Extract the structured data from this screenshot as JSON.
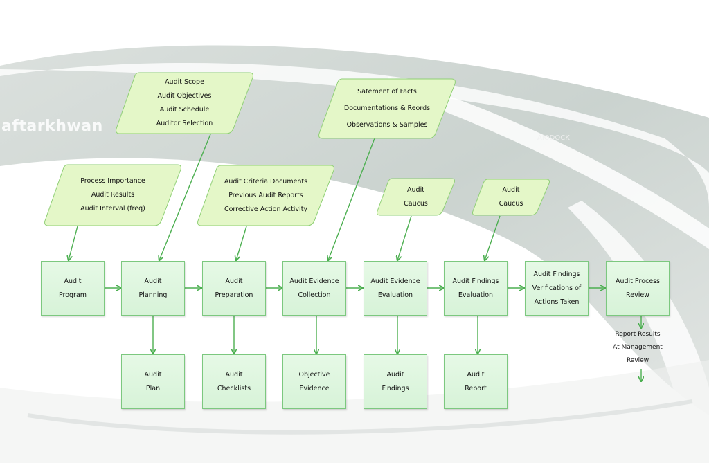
{
  "watermark": {
    "left": "aftarkhwan",
    "right": "AIODOCK"
  },
  "colors": {
    "box_fill": "#dcf5dc",
    "box_border": "#7cc87f",
    "parallelogram_fill": "#e4f7c8",
    "arrow": "#4caf50"
  },
  "inputs": {
    "program_inputs": [
      "Process Importance",
      "Audit Results",
      "Audit Interval (freq)"
    ],
    "planning_inputs": [
      "Audit Scope",
      "Audit Objectives",
      "Audit Schedule",
      "Auditor Selection"
    ],
    "preparation_inputs": [
      "Audit Criteria Documents",
      "Previous Audit Reports",
      "Corrective Action Activity"
    ],
    "collection_inputs": [
      "Satement of Facts",
      "Documentations & Reords",
      "Observations & Samples"
    ],
    "evidence_eval_inputs": [
      "Audit",
      "Caucus"
    ],
    "findings_eval_inputs": [
      "Audit",
      "Caucus"
    ]
  },
  "steps": {
    "program": [
      "Audit",
      "Program"
    ],
    "planning": [
      "Audit",
      "Planning"
    ],
    "preparation": [
      "Audit",
      "Preparation"
    ],
    "collection": [
      "Audit Evidence",
      "Collection"
    ],
    "evidence_eval": [
      "Audit Evidence",
      "Evaluation"
    ],
    "findings_eval": [
      "Audit Findings",
      "Evaluation"
    ],
    "verification": [
      "Audit Findings",
      "Verifications of",
      "Actions Taken"
    ],
    "review": [
      "Audit Process",
      "Review"
    ]
  },
  "outputs": {
    "plan": [
      "Audit",
      "Plan"
    ],
    "checklists": [
      "Audit",
      "Checklists"
    ],
    "objective_evidence": [
      "Objective",
      "Evidence"
    ],
    "findings": [
      "Audit",
      "Findings"
    ],
    "report": [
      "Audit",
      "Report"
    ],
    "management_review": [
      "Report Results",
      "At Management",
      "Review"
    ]
  }
}
